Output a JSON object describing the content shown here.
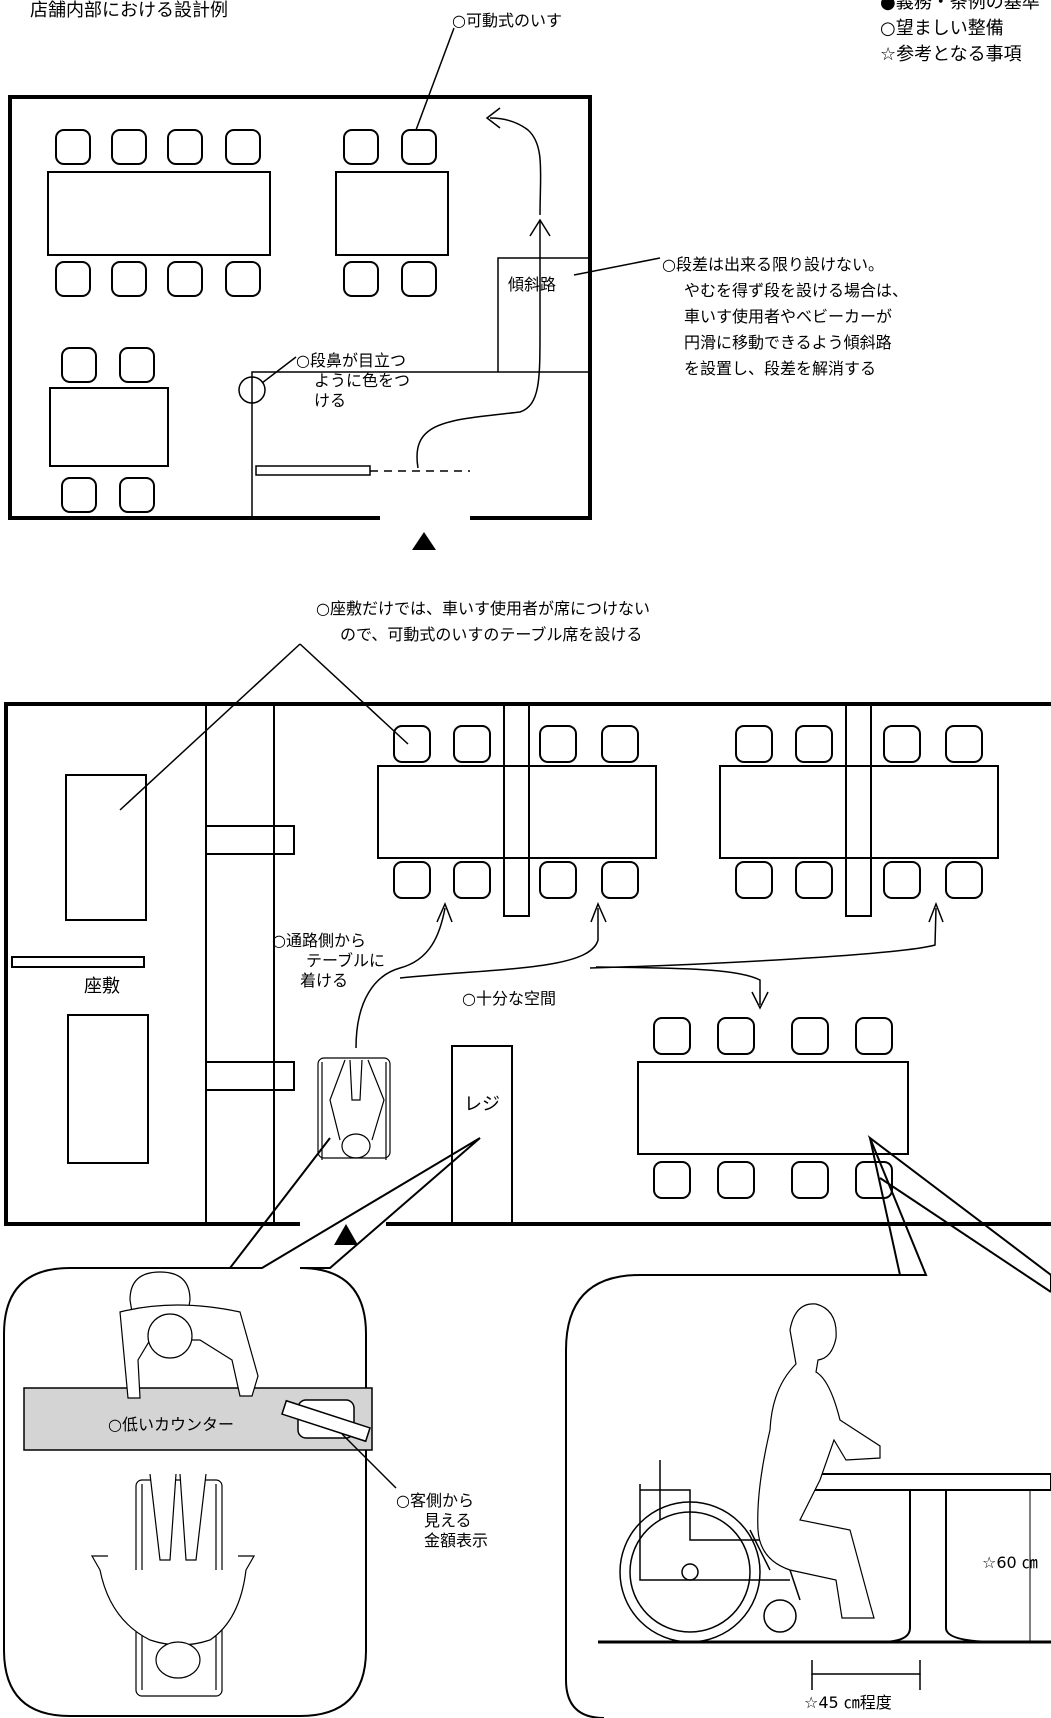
{
  "header": {
    "title": "店舗内部における設計例",
    "legend": [
      "●義務・条例の基準",
      "○望ましい整備",
      "☆参考となる事項"
    ]
  },
  "plan1": {
    "movable_chair": "○可動式のいす",
    "ramp_label": "傾斜路",
    "step_note": [
      "○段差は出来る限り設けない。",
      "やむを得ず段を設ける場合は、",
      "車いす使用者やベビーカーが",
      "円滑に移動できるよう傾斜路",
      "を設置し、段差を解消する"
    ],
    "nosing_note": [
      "○段鼻が目立つ",
      "ように色をつ",
      "ける"
    ]
  },
  "plan2": {
    "seating_note": [
      "○座敷だけでは、車いす使用者が席につけない",
      "ので、可動式のいすのテーブル席を設ける"
    ],
    "zashiki": "座敷",
    "aisle_note": [
      "○通路側から",
      "テーブルに",
      "着ける"
    ],
    "space_note": "○十分な空間",
    "register": "レジ"
  },
  "detail_counter": {
    "counter": "○低いカウンター",
    "price_note": [
      "○客側から",
      "見える",
      "金額表示"
    ]
  },
  "detail_table": {
    "height": "☆60 ㎝",
    "knee": "☆45 ㎝程度"
  }
}
